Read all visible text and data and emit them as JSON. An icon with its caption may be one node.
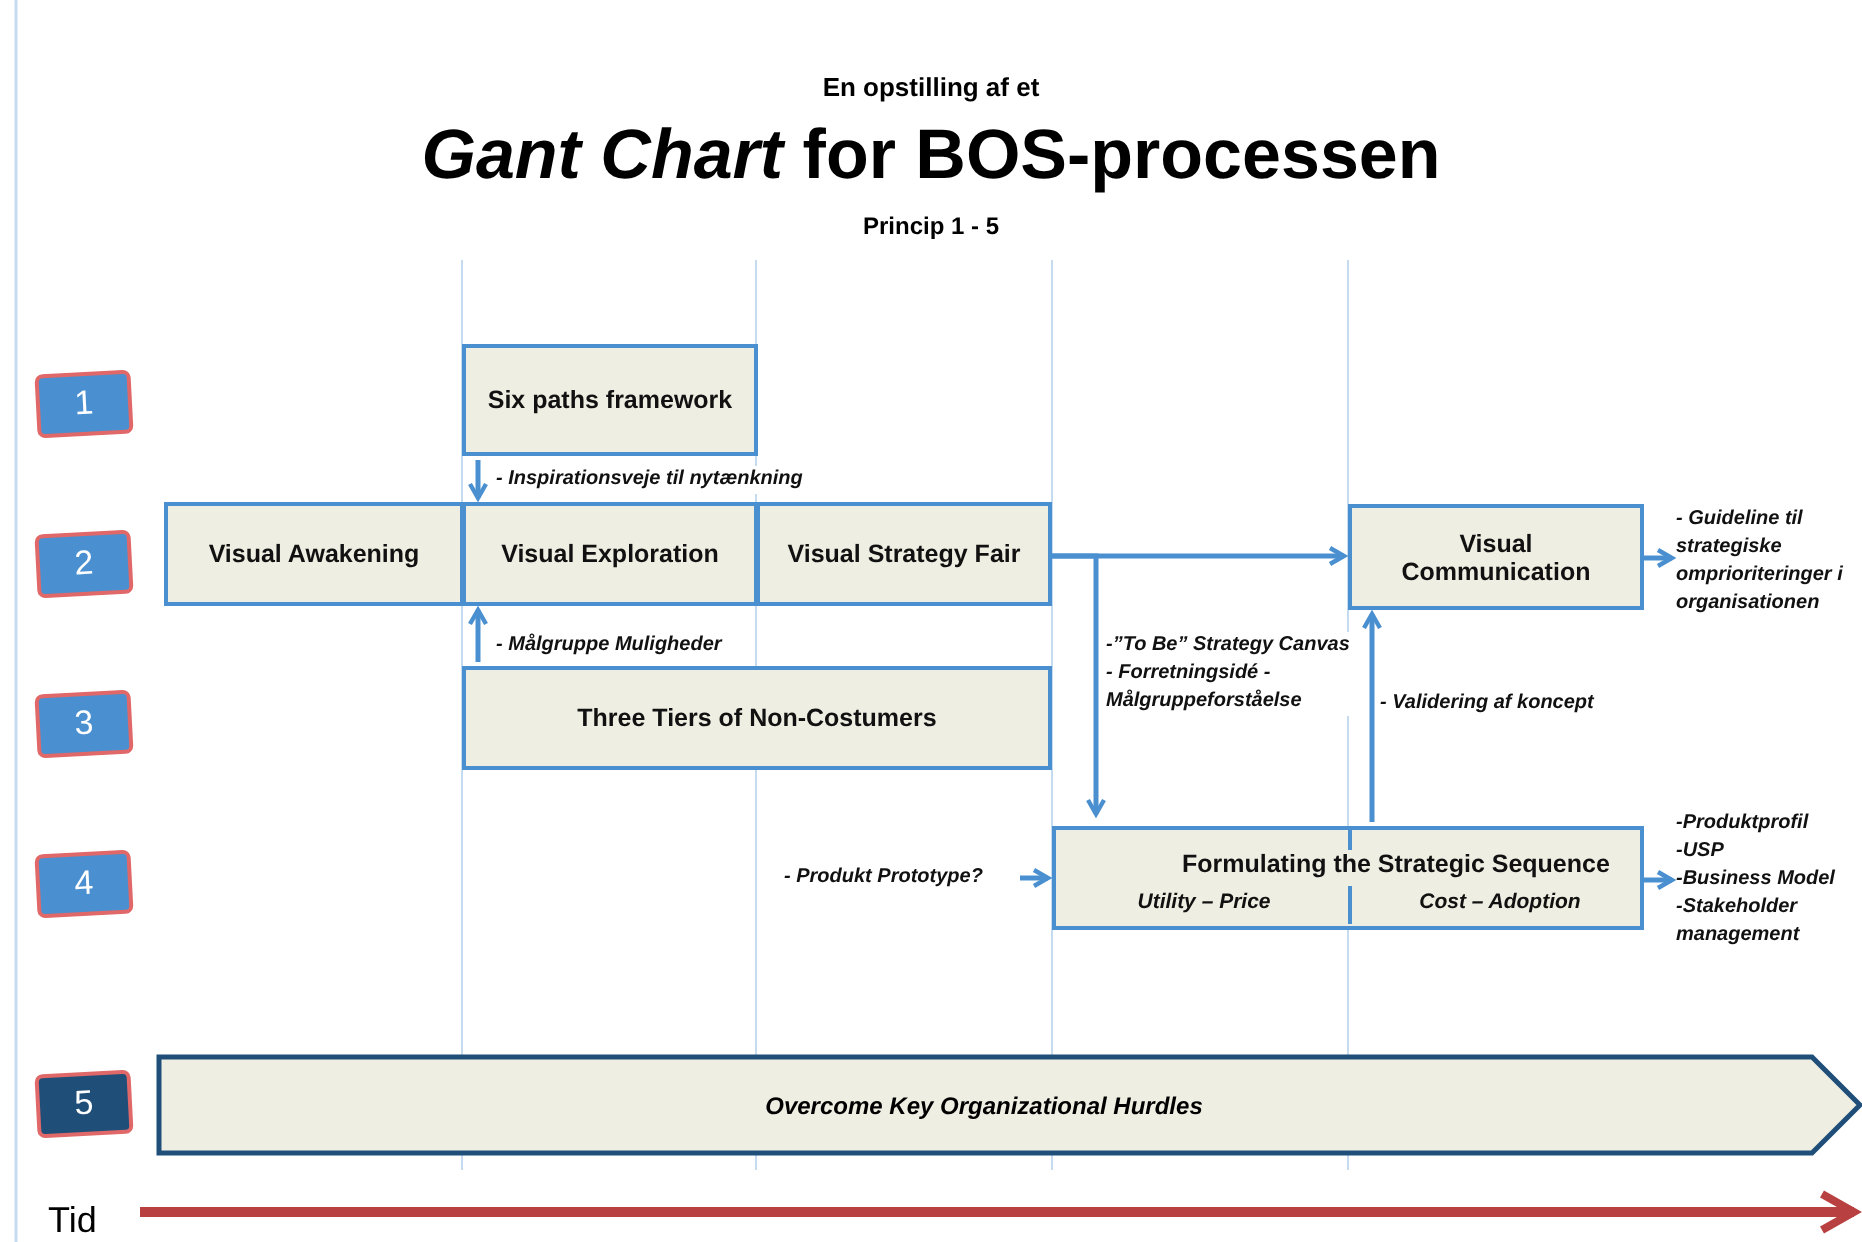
{
  "diagram": {
    "title": "*Gant Chart* for BOS-processen",
    "nodes": [
      {
        "text": [
          "1"
        ]
      },
      {
        "text": [
          "2"
        ]
      },
      {
        "text": [
          "3"
        ]
      },
      {
        "text": [
          "4"
        ]
      },
      {
        "text": [
          "5"
        ]
      },
      {
        "text": [
          "Six paths framework"
        ]
      },
      {
        "text": [
          "Visual Awakening"
        ]
      },
      {
        "text": [
          "Visual Exploration"
        ]
      },
      {
        "text": [
          "Visual Strategy Fair"
        ]
      },
      {
        "text": [
          "Visual Communication"
        ]
      },
      {
        "text": [
          "Three Tiers of Non-Costumers"
        ]
      },
      {
        "text": [
          "Formulating the Strategic Sequence",
          "Utility – Price",
          "Cost – Adoption"
        ]
      },
      {
        "text": [
          "Overcome Key Organizational Hurdles"
        ]
      },
      {
        "text": [
          "- Guideline til strategiske omprioriteringer i organisationen"
        ]
      },
      {
        "text": [
          "- Produkt Prototype?"
        ]
      },
      {
        "text": [
          "-Produktprofil",
          "-USP",
          "-Business Model",
          "-Stakeholder management"
        ]
      }
    ],
    "edges": [
      {
        "from": 5,
        "to": 7,
        "arrow": "to",
        "label": "- Inspirationsveje til  nytænkning"
      },
      {
        "from": 10,
        "to": 7,
        "arrow": "to",
        "label": "- Målgruppe Muligheder"
      },
      {
        "from": 8,
        "to": 9,
        "arrow": "to"
      },
      {
        "from": 8,
        "to": 11,
        "arrow": "to",
        "label": "-”To Be” Strategy Canvas - Forretningsidé - Målgruppeforståelse"
      },
      {
        "from": 11,
        "to": 9,
        "arrow": "to",
        "label": "- Validering af koncept"
      },
      {
        "from": 14,
        "to": 11,
        "arrow": "to"
      },
      {
        "from": 9,
        "to": 13,
        "arrow": "to"
      },
      {
        "from": 11,
        "to": 15,
        "arrow": "to"
      }
    ],
    "labels": [
      "En opstilling af et",
      "Princip 1 - 5",
      "Tid"
    ]
  }
}
